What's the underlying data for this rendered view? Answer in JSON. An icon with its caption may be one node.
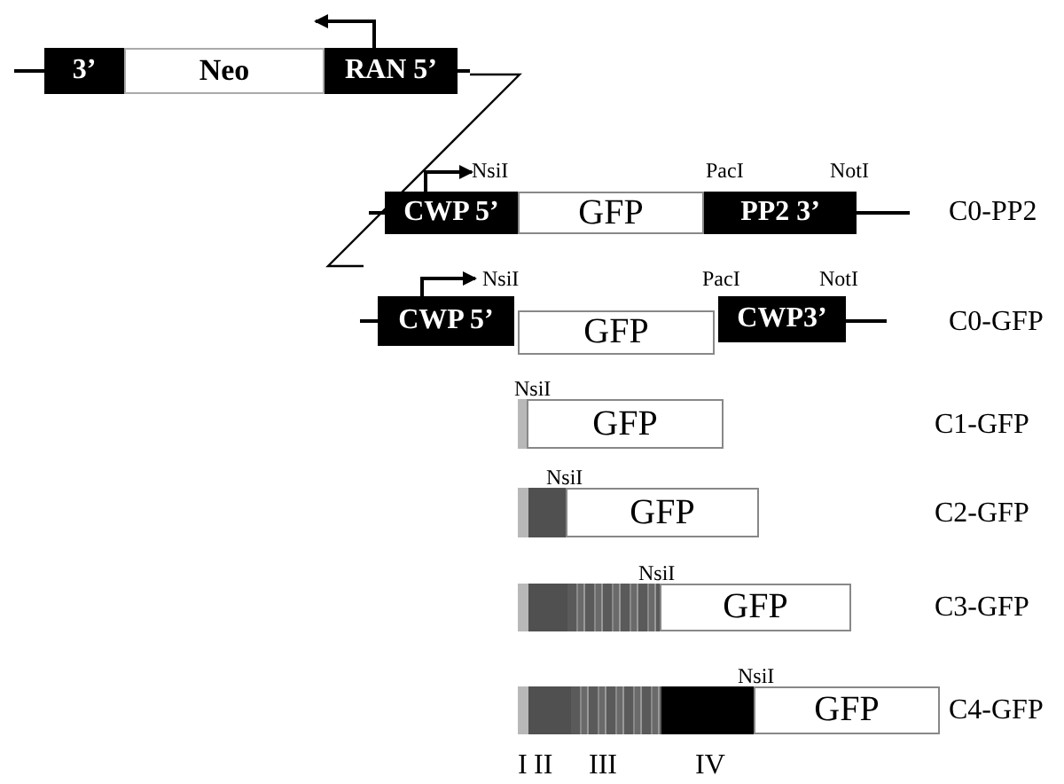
{
  "diagram": {
    "nodes": [
      {
        "text": [
          "3’"
        ]
      },
      {
        "text": [
          "Neo"
        ]
      },
      {
        "text": [
          "RAN 5’"
        ]
      },
      {
        "text": [
          "CWP 5’"
        ]
      },
      {
        "text": [
          "GFP"
        ]
      },
      {
        "text": [
          "PP2 3’"
        ]
      },
      {
        "text": [
          "CWP 5’"
        ]
      },
      {
        "text": [
          "GFP"
        ]
      },
      {
        "text": [
          "CWP3’"
        ]
      },
      {
        "text": [],
        "shape": "bar"
      },
      {
        "text": [
          "GFP"
        ]
      },
      {
        "text": [],
        "shape": "bar"
      },
      {
        "text": [],
        "shape": "bar"
      },
      {
        "text": [
          "GFP"
        ]
      },
      {
        "text": [],
        "shape": "bar"
      },
      {
        "text": [],
        "shape": "bar"
      },
      {
        "text": [],
        "shape": "bar"
      },
      {
        "text": [
          "GFP"
        ]
      },
      {
        "text": [],
        "shape": "bar"
      },
      {
        "text": [],
        "shape": "bar"
      },
      {
        "text": [],
        "shape": "bar"
      },
      {
        "text": [],
        "shape": "bar"
      },
      {
        "text": [
          "GFP"
        ]
      }
    ],
    "edges": [],
    "labels": [
      "NsiI",
      "PacI",
      "NotI",
      "C0-PP2",
      "NsiI",
      "PacI",
      "NotI",
      "C0-GFP",
      "NsiI",
      "C1-GFP",
      "NsiI",
      "C2-GFP",
      "NsiI",
      "C3-GFP",
      "NsiI",
      "C4-GFP",
      "I",
      "II",
      "III",
      "IV"
    ]
  }
}
